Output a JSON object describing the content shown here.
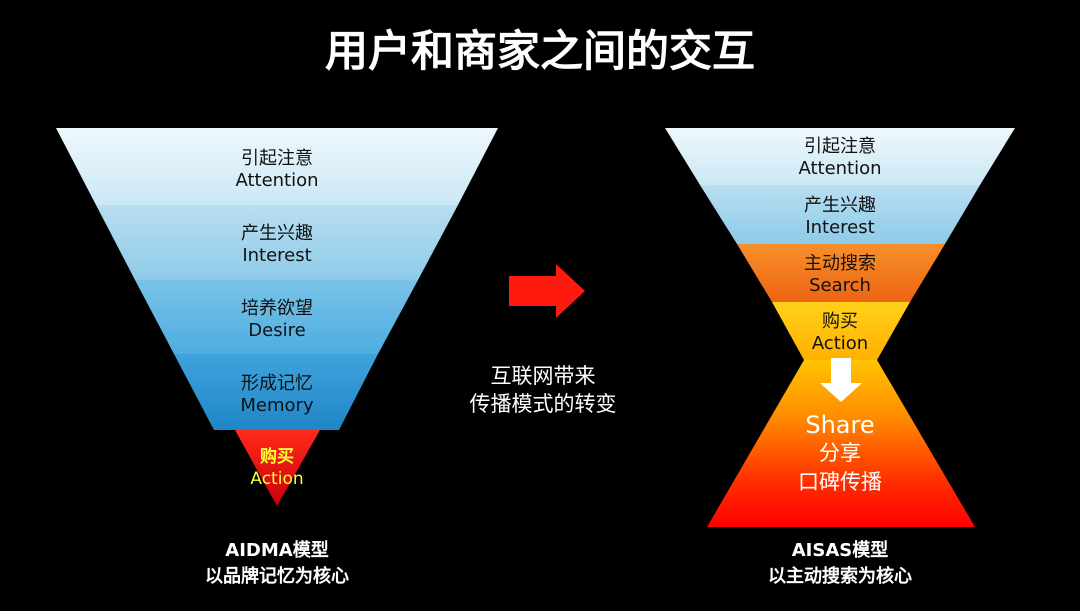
{
  "title": "用户和商家之间的交互",
  "left_model": {
    "stages": [
      {
        "cn": "引起注意",
        "en": "Attention"
      },
      {
        "cn": "产生兴趣",
        "en": "Interest"
      },
      {
        "cn": "培养欲望",
        "en": "Desire"
      },
      {
        "cn": "形成记忆",
        "en": "Memory"
      },
      {
        "cn": "购买",
        "en": "Action"
      }
    ],
    "caption_line1": "AIDMA模型",
    "caption_line2": "以品牌记忆为核心"
  },
  "transition": {
    "line1": "互联网带来",
    "line2": "传播模式的转变"
  },
  "right_model": {
    "stages": [
      {
        "cn": "引起注意",
        "en": "Attention"
      },
      {
        "cn": "产生兴趣",
        "en": "Interest"
      },
      {
        "cn": "主动搜索",
        "en": "Search"
      },
      {
        "cn": "购买",
        "en": "Action"
      }
    ],
    "share": {
      "en": "Share",
      "cn1": "分享",
      "cn2": "口碑传播"
    },
    "caption_line1": "AISAS模型",
    "caption_line2": "以主动搜索为核心"
  },
  "colors": {
    "background": "#000000",
    "funnel_pale": "#dff1f9",
    "funnel_light": "#a9d6ec",
    "funnel_mid": "#62b8e3",
    "funnel_deep": "#2f93d0",
    "action_red": "#e8131a",
    "action_text": "#ffff33",
    "search_orange": "#f47a1e",
    "action_yellow": "#ffc20e",
    "arrow_red": "#ff1a10"
  }
}
